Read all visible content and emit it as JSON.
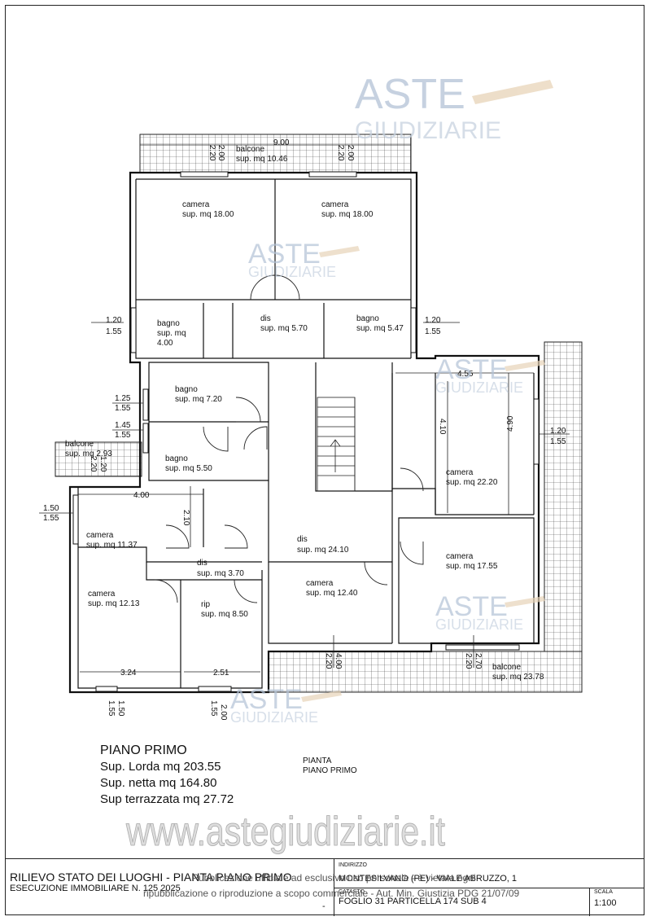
{
  "rooms": [
    {
      "id": "balcone-top",
      "name": "balcone",
      "area": "sup. mq 10.46"
    },
    {
      "id": "camera-nw",
      "name": "camera",
      "area": "sup. mq 18.00"
    },
    {
      "id": "camera-ne",
      "name": "camera",
      "area": "sup. mq 18.00"
    },
    {
      "id": "bagno-w",
      "name": "bagno",
      "area": "sup. mq\n4.00",
      "area1": "sup. mq",
      "area2": "4.00"
    },
    {
      "id": "dis-top",
      "name": "dis",
      "area": "sup. mq 5.70"
    },
    {
      "id": "bagno-e",
      "name": "bagno",
      "area": "sup. mq 5.47"
    },
    {
      "id": "bagno-mid",
      "name": "bagno",
      "area": "sup. mq 7.20"
    },
    {
      "id": "bagno-low",
      "name": "bagno",
      "area": "sup. mq 5.50"
    },
    {
      "id": "balcone-w",
      "name": "balcone",
      "area": "sup. mq 2.93"
    },
    {
      "id": "camera-e-big",
      "name": "camera",
      "area": "sup. mq 22.20"
    },
    {
      "id": "camera-w",
      "name": "camera",
      "area": "sup. mq 11.37"
    },
    {
      "id": "dis-center",
      "name": "dis",
      "area": "sup. mq 24.10"
    },
    {
      "id": "camera-e2",
      "name": "camera",
      "area": "sup. mq 17.55"
    },
    {
      "id": "dis-small",
      "name": "dis",
      "area": "sup. mq 3.70"
    },
    {
      "id": "camera-center",
      "name": "camera",
      "area": "sup. mq 12.40"
    },
    {
      "id": "camera-sw",
      "name": "camera",
      "area": "sup. mq 12.13"
    },
    {
      "id": "rip",
      "name": "rip",
      "area": "sup. mq 8.50"
    },
    {
      "id": "balcone-se",
      "name": "balcone",
      "area": "sup. mq 23.78"
    }
  ],
  "dimensions": {
    "balcony_width": "9.00",
    "d_2_00_a": "2.00",
    "d_2_20_a": "2.20",
    "d_2_00_b": "2.00",
    "d_2_20_b": "2.20",
    "win_w_1_20": "1.20",
    "win_w_1_55": "1.55",
    "win_e_1_20": "1.20",
    "win_e_1_55": "1.55",
    "win_1_25": "1.25",
    "win_1_55_a": "1.55",
    "win_1_45": "1.45",
    "win_1_55_b": "1.55",
    "balc_w_1_20": "1.20",
    "balc_w_2_20": "2.20",
    "win_1_50": "1.50",
    "win_1_55_c": "1.55",
    "d_4_00": "4.00",
    "d_2_10": "2.10",
    "d_4_55": "4.55",
    "d_4_10": "4.10",
    "d_4_90": "4.90",
    "win_e2_1_20": "1.20",
    "win_e2_1_55": "1.55",
    "d_3_24": "3.24",
    "d_2_51": "2.51",
    "b_1_50": "1.50",
    "b_1_55": "1.55",
    "b_2_00": "2.00",
    "b_1_55_b": "1.55",
    "b_4_00": "4.00",
    "b_2_20": "2.20",
    "b_2_70": "2.70",
    "b_2_20_b": "2.20"
  },
  "summary": {
    "title": "PIANO PRIMO",
    "lorda": "Sup. Lorda mq 203.55",
    "netta": "Sup. netta mq 164.80",
    "terrazzata": "Sup terrazzata mq 27.72"
  },
  "legend": {
    "line1": "PIANTA",
    "line2": "PIANO PRIMO"
  },
  "watermark": {
    "logo_top": "ASTE",
    "logo_bottom": "GIUDIZIARIE",
    "url": "www.astegiudiziarie.it",
    "notice1": "Pubblicazione ufficiale ad esclusivo uso personale - è vietata ogni",
    "notice2": "ripubblicazione o riproduzione a scopo commerciale - Aut. Min. Giustizia PDG 21/07/09"
  },
  "titleblock": {
    "main": "RILIEVO STATO DEI LUOGHI - PIANTA PIANO PRIMO",
    "sub": "ESECUZIONE IMMOBILIARE N.  125 2025",
    "indirizzo_label": "INDIRIZZO",
    "indirizzo": "MONTESILVANO (PE) - VIALE ABRUZZO, 1",
    "catasto_label": "CATASTO",
    "foglio": "FOGLIO 31 PARTICELLA  174 SUB 4",
    "scala_label": "SCALA",
    "scala": "1:100",
    "dash": "-"
  }
}
